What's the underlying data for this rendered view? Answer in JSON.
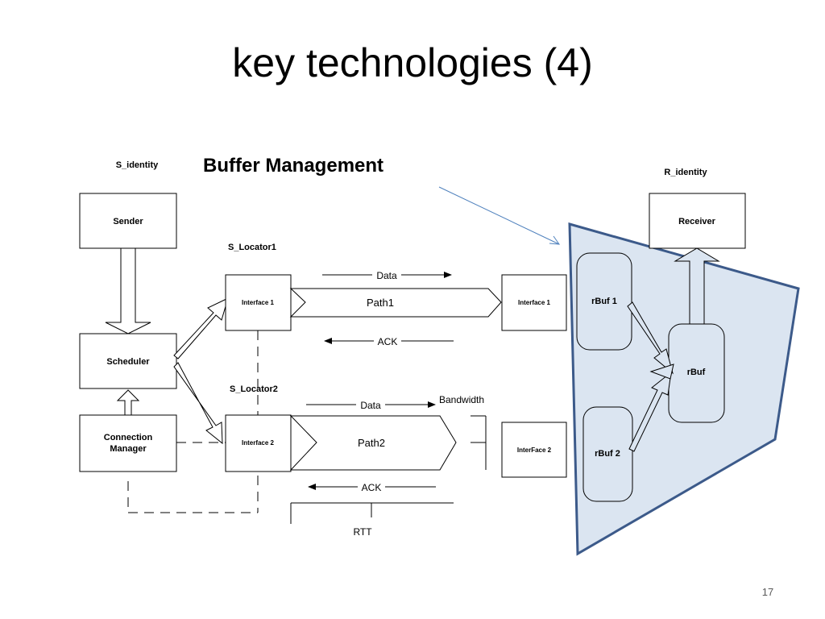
{
  "slide": {
    "title": "key technologies (4)",
    "page_number": "17"
  },
  "callout": {
    "label": "Buffer  Management"
  },
  "sender_side": {
    "identity_label": "S_identity",
    "sender": "Sender",
    "scheduler": "Scheduler",
    "connection_manager_line1": "Connection",
    "connection_manager_line2": "Manager",
    "locator1": "S_Locator1",
    "locator2": "S_Locator2",
    "interface1": "Interface 1",
    "interface2": "Interface 2"
  },
  "paths": {
    "path1": "Path1",
    "path2": "Path2",
    "data1": "Data",
    "ack1": "ACK",
    "data2": "Data",
    "ack2": "ACK",
    "bandwidth": "Bandwidth",
    "rtt": "RTT"
  },
  "receiver_side": {
    "identity_label": "R_identity",
    "receiver": "Receiver",
    "interface1": "Interface 1",
    "interface2": "InterFace 2",
    "rbuf1": "rBuf 1",
    "rbuf2": "rBuf 2",
    "rbuf": "rBuf"
  },
  "colors": {
    "buffer_region_fill": "#dbe5f1",
    "buffer_region_stroke": "#3c5a8a",
    "callout_line": "#4f81bd"
  }
}
